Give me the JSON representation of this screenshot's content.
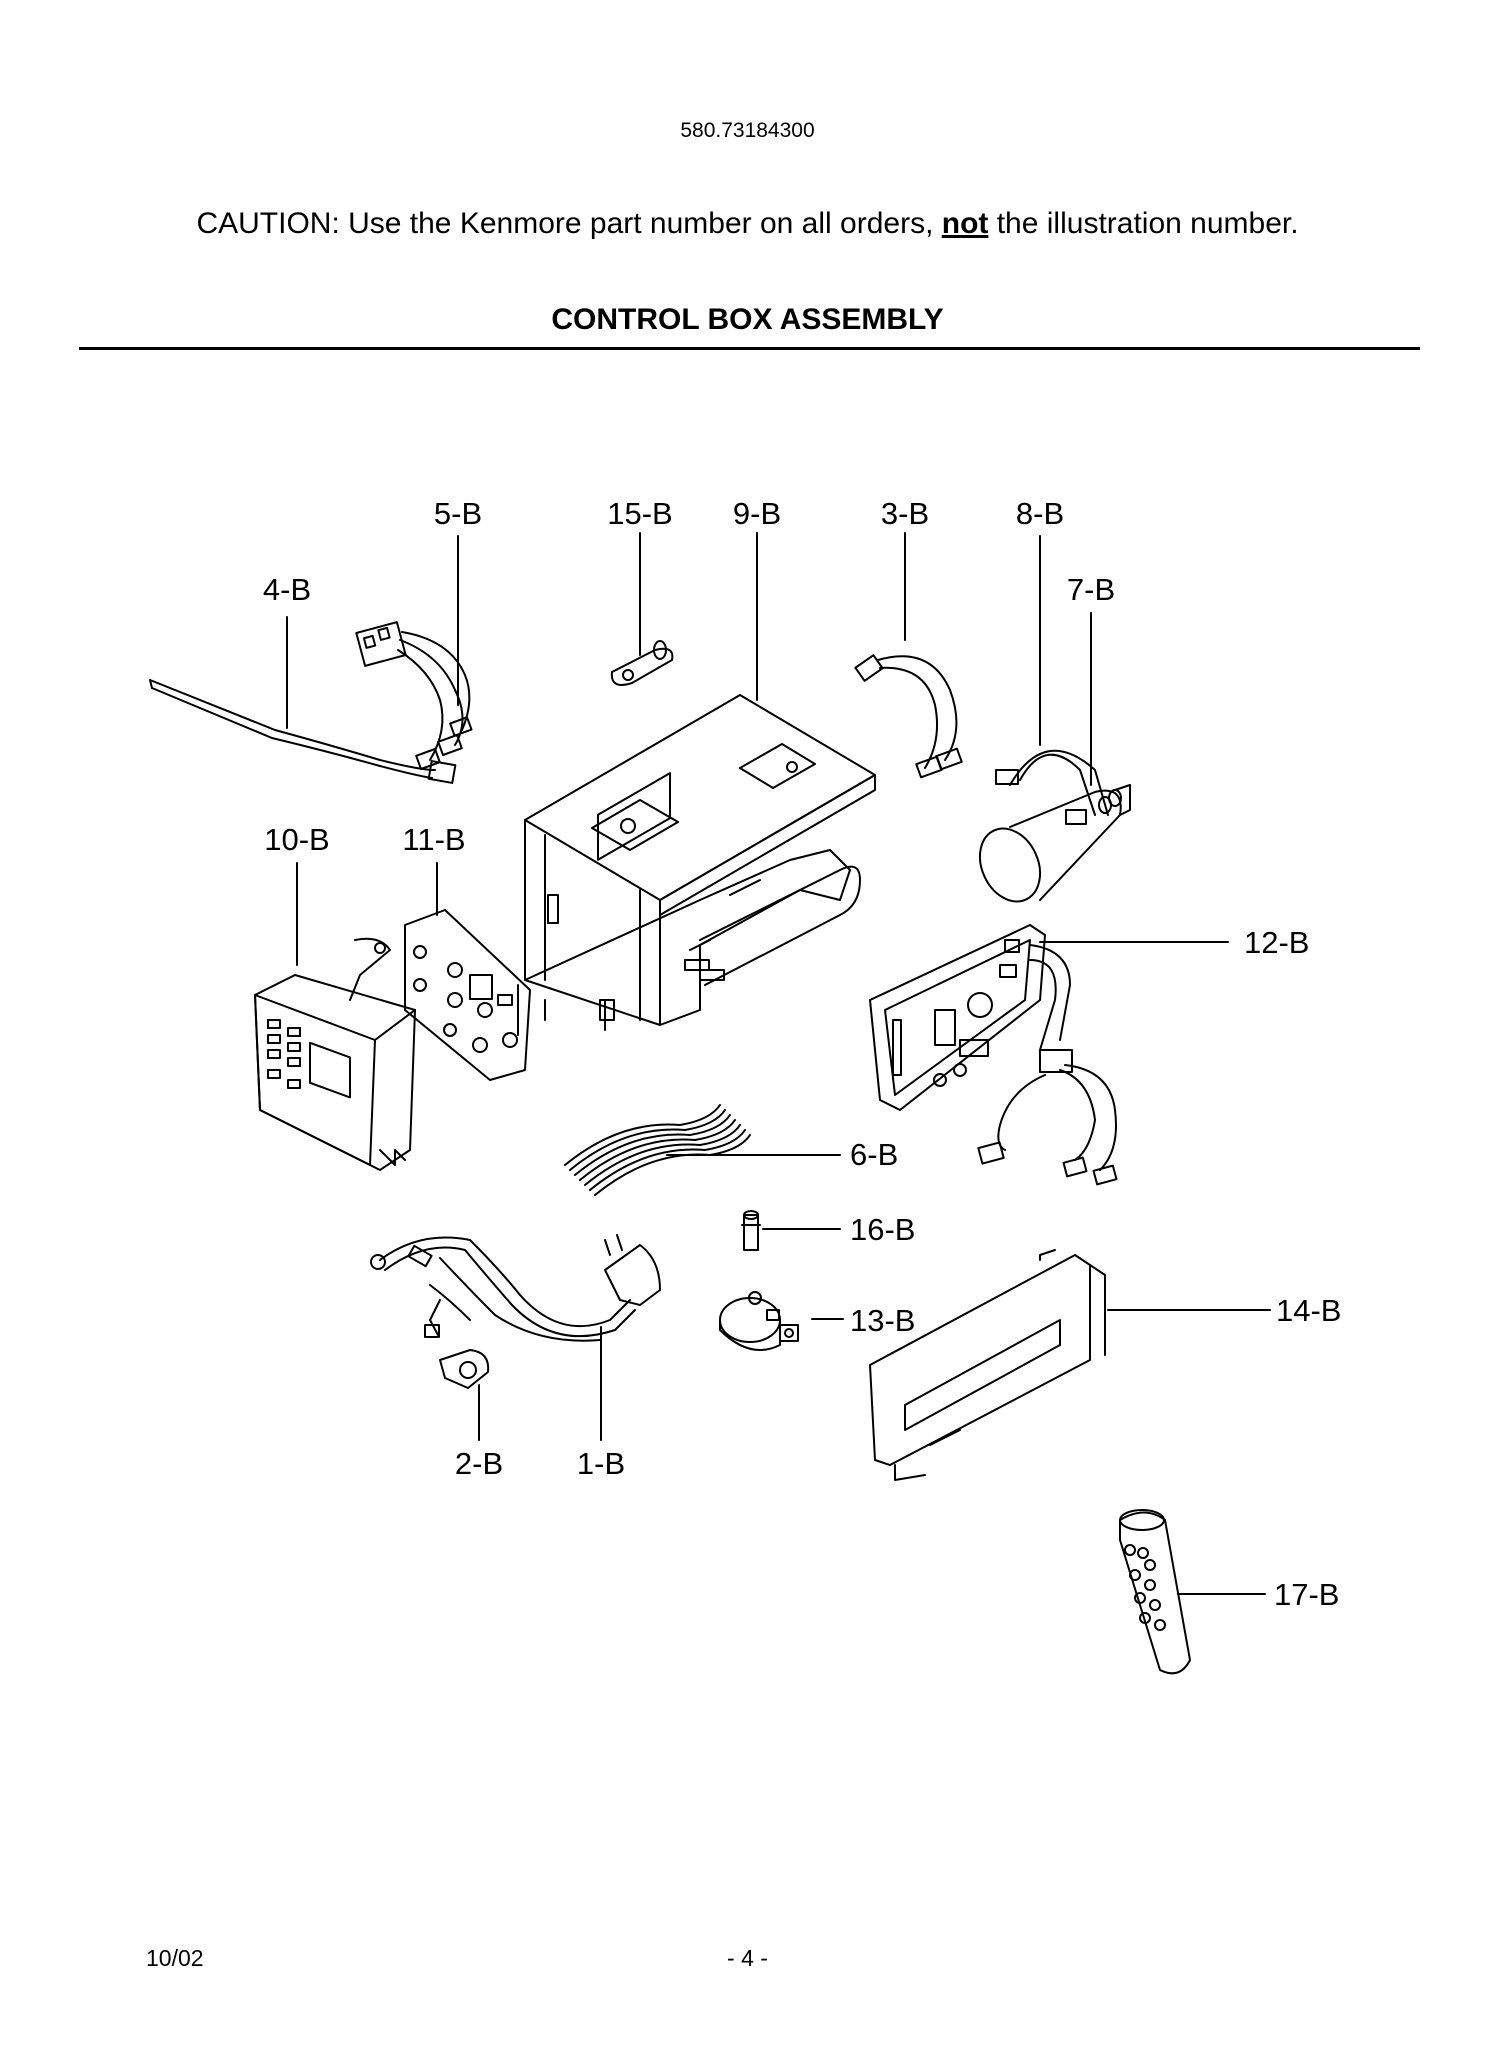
{
  "header": {
    "model_number": "580.73184300",
    "caution_prefix": "CAUTION: Use the Kenmore part number on all orders, ",
    "caution_emphasis": "not",
    "caution_suffix": " the illustration number.",
    "title": "CONTROL BOX ASSEMBLY"
  },
  "callouts": {
    "p1": "1-B",
    "p2": "2-B",
    "p3": "3-B",
    "p4": "4-B",
    "p5": "5-B",
    "p6": "6-B",
    "p7": "7-B",
    "p8": "8-B",
    "p9": "9-B",
    "p10": "10-B",
    "p11": "11-B",
    "p12": "12-B",
    "p13": "13-B",
    "p14": "14-B",
    "p15": "15-B",
    "p16": "16-B",
    "p17": "17-B"
  },
  "footer": {
    "date": "10/02",
    "page": "- 4 -"
  }
}
